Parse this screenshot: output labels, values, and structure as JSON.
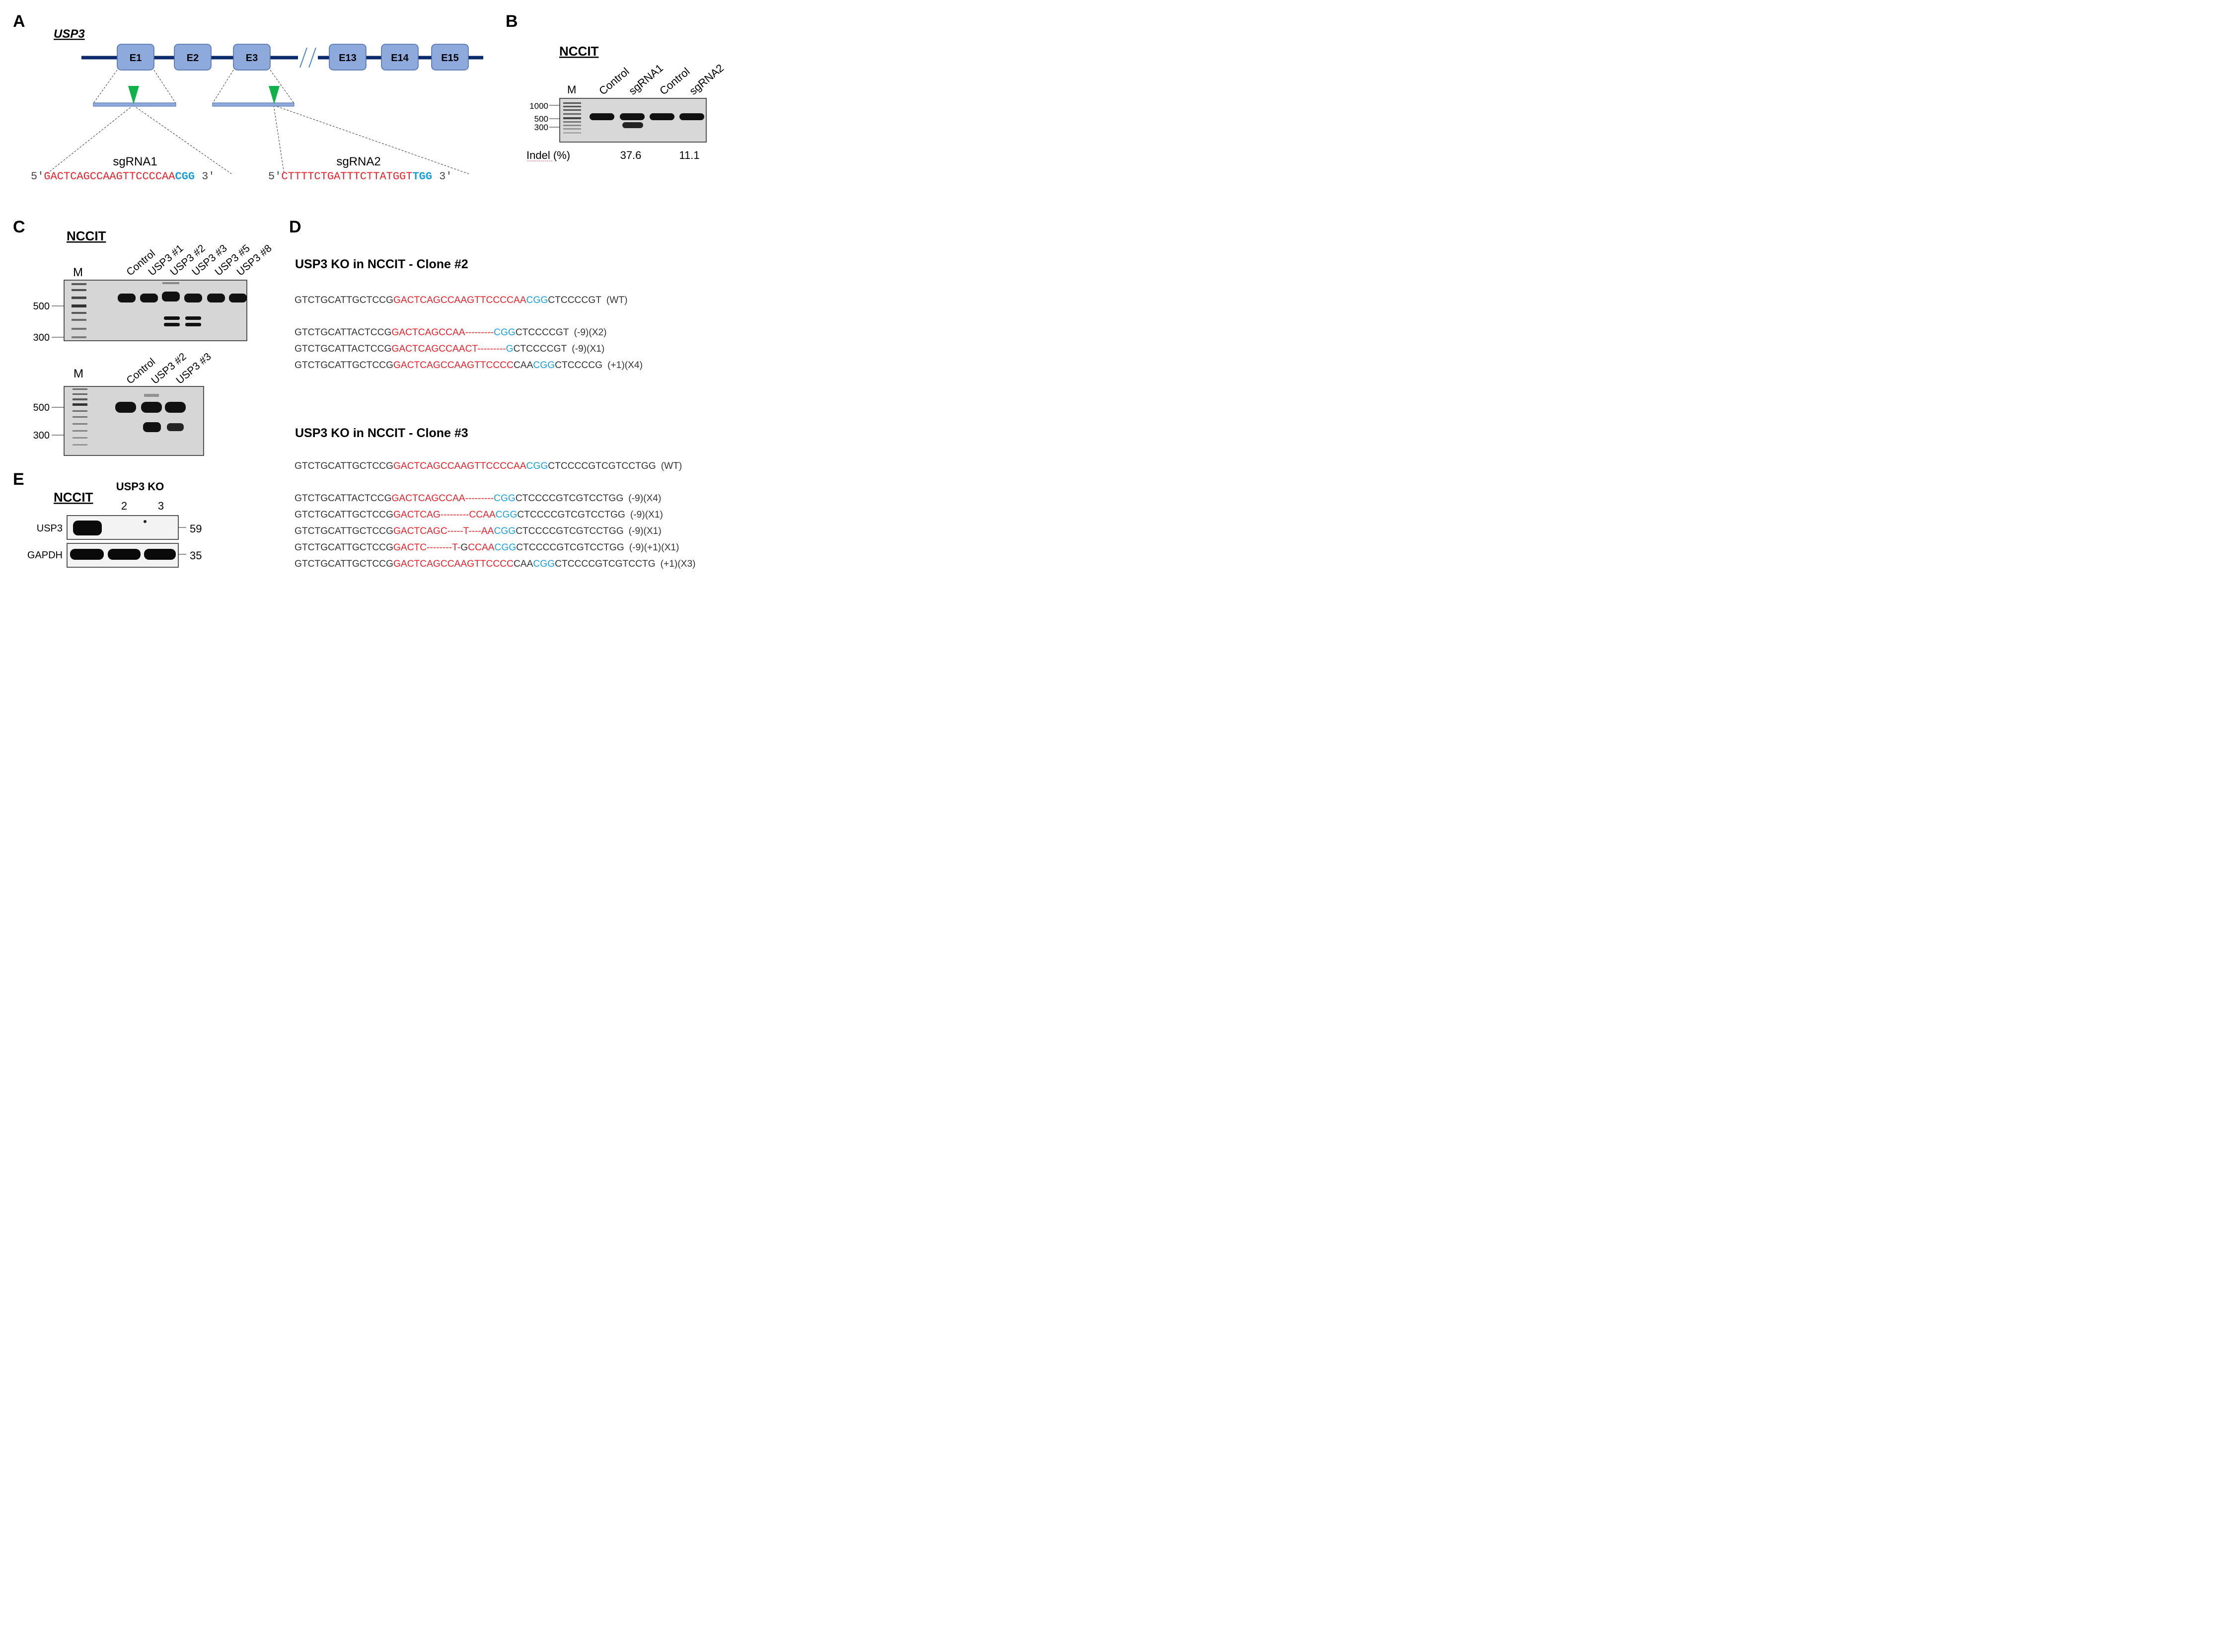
{
  "colors": {
    "backbone": "#0d2a6b",
    "exon_fill": "#8ea9db",
    "exon_stroke": "#4a6aa8",
    "arrow": "#11b14b",
    "guide_red": "#e8212a",
    "pam_blue": "#1aa0dc",
    "seq_gray": "#333333"
  },
  "panelA": {
    "label": "A",
    "gene": "USP3",
    "exons": [
      "E1",
      "E2",
      "E3",
      "E13",
      "E14",
      "E15"
    ],
    "sg1": {
      "name": "sgRNA1",
      "p5": "5′",
      "seq": "GACTCAGCCAAGTTCCCCAA",
      "pam": "CGG",
      "p3": "3′"
    },
    "sg2": {
      "name": "sgRNA2",
      "p5": "5′",
      "seq": "CTTTTCTGATTTCTTATGGT",
      "pam": "TGG",
      "p3": "3′"
    }
  },
  "panelB": {
    "label": "B",
    "cell": "NCCIT",
    "lanes": [
      "M",
      "Control",
      "sgRNA1",
      "Control",
      "sgRNA2"
    ],
    "markers": [
      "1000",
      "500",
      "300"
    ],
    "indel_label": "Indel (%)",
    "indel_values": [
      "37.6",
      "11.1"
    ]
  },
  "panelC": {
    "label": "C",
    "cell": "NCCIT",
    "gel1": {
      "marker_label": "M",
      "lanes": [
        "Control",
        "USP3 #1",
        "USP3 #2",
        "USP3 #3",
        "USP3 #5",
        "USP3 #8"
      ],
      "markers": [
        "500",
        "300"
      ]
    },
    "gel2": {
      "marker_label": "M",
      "lanes": [
        "Control",
        "USP3 #2",
        "USP3 #3"
      ],
      "markers": [
        "500",
        "300"
      ]
    }
  },
  "panelD": {
    "label": "D",
    "clone2": {
      "title": "USP3 KO in NCCIT - Clone #2",
      "rows": [
        {
          "seg": [
            [
              "GTCTGCATTGCTCCG",
              "k"
            ],
            [
              "GACTCAGCCAAGTTCCCCAA",
              "r"
            ],
            [
              "CGG",
              "b"
            ],
            [
              "CTCCCCGT",
              "k"
            ]
          ],
          "note": "(WT)"
        },
        {
          "seg": [
            [
              "GTCTGCATTACTCCG",
              "k"
            ],
            [
              "GACTCAGCCAA---------",
              "r"
            ],
            [
              "CGG",
              "b"
            ],
            [
              "CTCCCCGT",
              "k"
            ]
          ],
          "note": "(-9)(X2)"
        },
        {
          "seg": [
            [
              "GTCTGCATTACTCCG",
              "k"
            ],
            [
              "GACTCAGCCAACT---------",
              "r"
            ],
            [
              "G",
              "b"
            ],
            [
              "CTCCCCGT",
              "k"
            ]
          ],
          "note": "(-9)(X1)"
        },
        {
          "seg": [
            [
              "GTCTGCATTGCTCCG",
              "k"
            ],
            [
              "GACTCAGCCAAGTTCCCC",
              "r"
            ],
            [
              "CAA",
              "k"
            ],
            [
              "CGG",
              "b"
            ],
            [
              "CTCCCCG",
              "k"
            ]
          ],
          "note": "(+1)(X4)"
        }
      ]
    },
    "clone3": {
      "title": "USP3 KO in NCCIT - Clone #3",
      "rows": [
        {
          "seg": [
            [
              "GTCTGCATTGCTCCG",
              "k"
            ],
            [
              "GACTCAGCCAAGTTCCCCAA",
              "r"
            ],
            [
              "CGG",
              "b"
            ],
            [
              "CTCCCCGTCGTCCTGG",
              "k"
            ]
          ],
          "note": "(WT)"
        },
        {
          "seg": [
            [
              "GTCTGCATTACTCCG",
              "k"
            ],
            [
              "GACTCAGCCAA---------",
              "r"
            ],
            [
              "CGG",
              "b"
            ],
            [
              "CTCCCCGTCGTCCTGG",
              "k"
            ]
          ],
          "note": "(-9)(X4)"
        },
        {
          "seg": [
            [
              "GTCTGCATTGCTCCG",
              "k"
            ],
            [
              "GACTCAG---------CCAA",
              "r"
            ],
            [
              "CGG",
              "b"
            ],
            [
              "CTCCCCGTCGTCCTGG",
              "k"
            ]
          ],
          "note": "(-9)(X1)"
        },
        {
          "seg": [
            [
              "GTCTGCATTGCTCCG",
              "k"
            ],
            [
              "GACTCAGC-----T----AA",
              "r"
            ],
            [
              "CGG",
              "b"
            ],
            [
              "CTCCCCGTCGTCCTGG",
              "k"
            ]
          ],
          "note": "(-9)(X1)"
        },
        {
          "seg": [
            [
              "GTCTGCATTGCTCCG",
              "k"
            ],
            [
              "GACTC--------T-",
              "r"
            ],
            [
              "G",
              "k"
            ],
            [
              "CCAA",
              "r"
            ],
            [
              "CGG",
              "b"
            ],
            [
              "CTCCCCGTCGTCCTGG",
              "k"
            ]
          ],
          "note": "(-9)(+1)(X1)"
        },
        {
          "seg": [
            [
              "GTCTGCATTGCTCCG",
              "k"
            ],
            [
              "GACTCAGCCAAGTTCCCC",
              "r"
            ],
            [
              "CAA",
              "k"
            ],
            [
              "CGG",
              "b"
            ],
            [
              "CTCCCCGTCGTCCTG",
              "k"
            ]
          ],
          "note": "(+1)(X3)"
        }
      ]
    }
  },
  "panelE": {
    "label": "E",
    "cell": "NCCIT",
    "group": "USP3 KO",
    "lanes": [
      "2",
      "3"
    ],
    "proteins": [
      {
        "name": "USP3",
        "kda": "59"
      },
      {
        "name": "GAPDH",
        "kda": "35"
      }
    ]
  }
}
